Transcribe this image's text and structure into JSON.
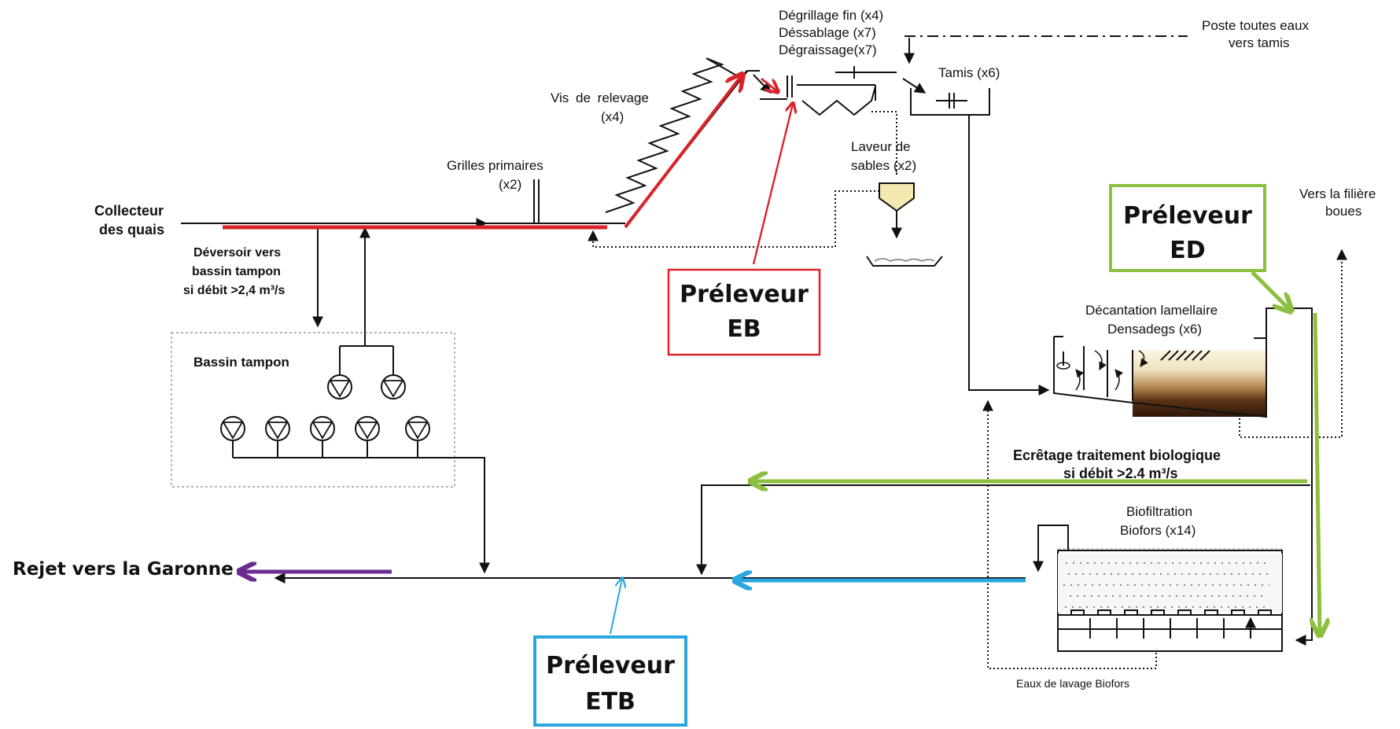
{
  "labels": {
    "collecteur_1": "Collecteur",
    "collecteur_2": "des quais",
    "deversoir_1": "Déversoir vers",
    "deversoir_2": "bassin tampon",
    "deversoir_3": "si débit >2,4 m³/s",
    "grilles_1": "Grilles  primaires",
    "grilles_2": "(x2)",
    "vis_1": "Vis de relevage",
    "vis_2": "(x4)",
    "pretrait_1": "Dégrillage fin (x4)",
    "pretrait_2": "Déssablage (x7)",
    "pretrait_3": "Dégraissage(x7)",
    "poste_1": "Poste toutes eaux",
    "poste_2": "vers tamis",
    "tamis": "Tamis (x6)",
    "laveur_1": "Laveur de",
    "laveur_2": "sables (x2)",
    "filiere_1": "Vers la filière",
    "filiere_2": "boues",
    "decant_1": "Décantation lamellaire",
    "decant_2": "Densadegs (x6)",
    "bassin": "Bassin tampon",
    "ecretage_1": "Ecrêtage traitement biologique",
    "ecretage_2": "si débit >2.4 m³/s",
    "biofil_1": "Biofiltration",
    "biofil_2": "Biofors (x14)",
    "eaux_lavage": "Eaux de lavage Biofors",
    "rejet": "Rejet vers la Garonne"
  },
  "samplers": {
    "eb_1": "Préleveur",
    "eb_2": "EB",
    "ed_1": "Préleveur",
    "ed_2": "ED",
    "etb_1": "Préleveur",
    "etb_2": "ETB"
  },
  "colors": {
    "eb": "#d9232b",
    "ed": "#8cbf3f",
    "etb": "#2aa7df",
    "rejet": "#6a2c8f",
    "line": "#111111",
    "sludge_dark": "#3a1f0e",
    "sludge_light": "#f3ead0"
  }
}
